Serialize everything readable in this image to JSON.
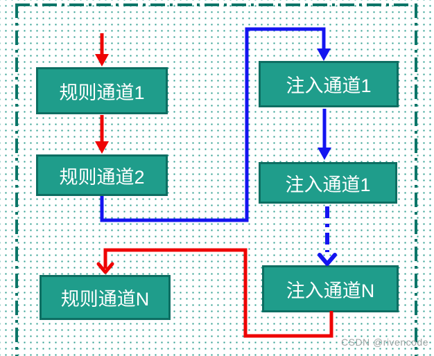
{
  "colors": {
    "red": "#ee0404",
    "blue": "#1414f0",
    "box_fill": "#1f9d8b",
    "box_border": "#0d6e62",
    "border_dash": "#0c7568",
    "dot": "#35a192",
    "watermark": "#9aa3a2"
  },
  "nodes": {
    "rule1": {
      "label": "规则通道1"
    },
    "rule2": {
      "label": "规则通道2"
    },
    "ruleN": {
      "label": "规则通道N"
    },
    "inject1a": {
      "label": "注入通道1"
    },
    "inject1b": {
      "label": "注入通道1"
    },
    "injectN": {
      "label": "注入通道N"
    }
  },
  "watermark": {
    "text": "CSDN @rivencode"
  }
}
